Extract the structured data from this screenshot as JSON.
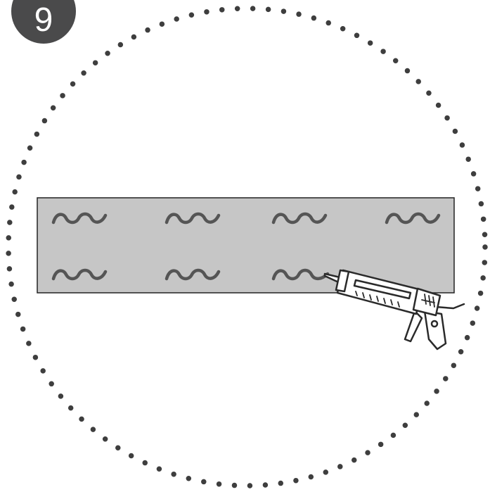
{
  "step": {
    "number": "9"
  },
  "illustration": {
    "panel_color": "#c6c6c6",
    "squiggle_color": "#555555",
    "dotted_circle_color": "#3e3e3e",
    "tool_icon": "caulking-gun-icon",
    "adhesive_bead_rows": 2,
    "adhesive_beads_per_row": 4
  }
}
